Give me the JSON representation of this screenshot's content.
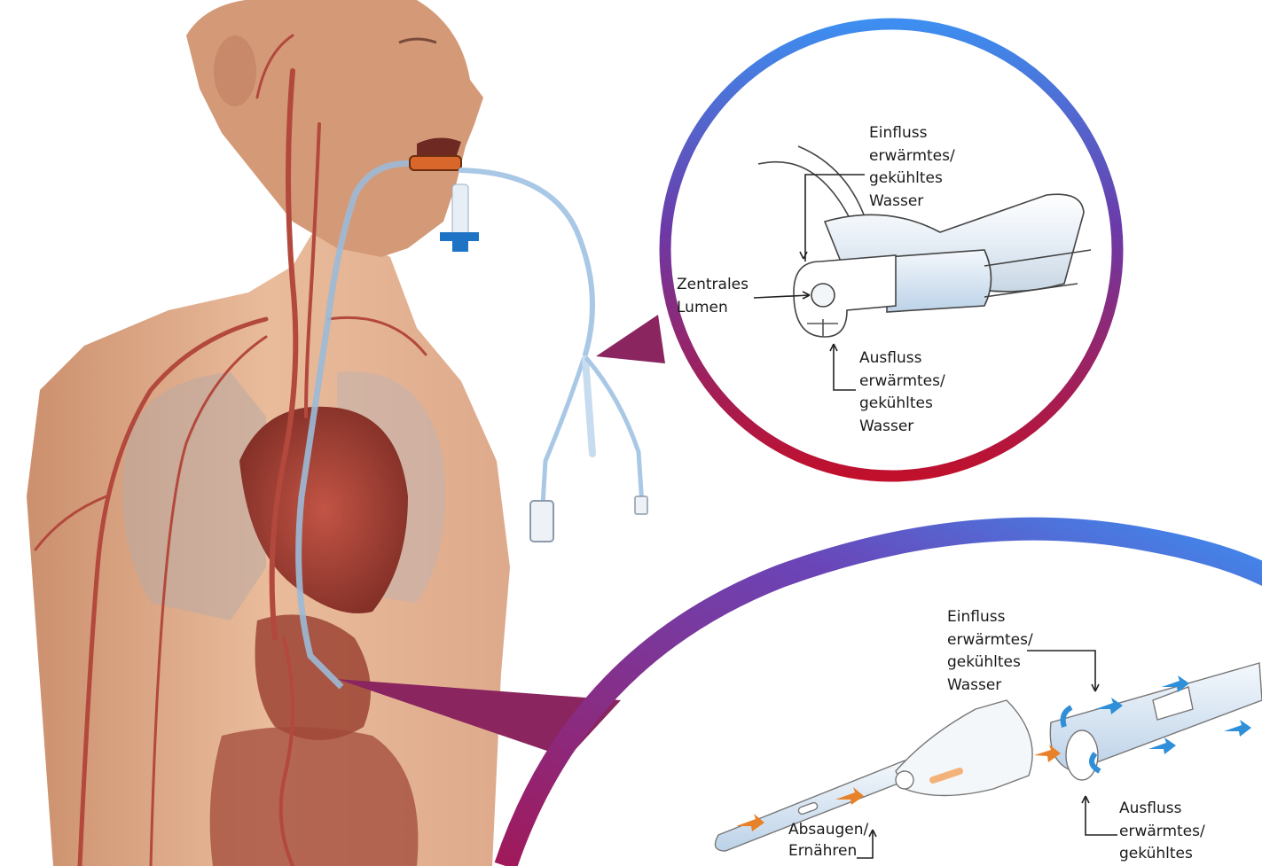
{
  "colors": {
    "ring_top": "#3d8ef0",
    "ring_bottom": "#c0102c",
    "skin": "#e2ad8a",
    "vessel": "#b3483d",
    "tube": "#a9c8e6",
    "flow_blue": "#2f8fd8",
    "flow_orange": "#e8822a"
  },
  "callout_top": {
    "inflow": [
      "Einfluss",
      "erwärmtes/",
      "gekühltes",
      "Wasser"
    ],
    "central": [
      "Zentrales",
      "Lumen"
    ],
    "outflow": [
      "Ausfluss",
      "erwärmtes/",
      "gekühltes",
      "Wasser"
    ]
  },
  "callout_bottom": {
    "inflow": [
      "Einfluss",
      "erwärmtes/",
      "gekühltes",
      "Wasser"
    ],
    "suction": [
      "Absaugen/",
      "Ernähren"
    ],
    "outflow": [
      "Ausfluss",
      "erwärmtes/",
      "gekühltes"
    ]
  }
}
